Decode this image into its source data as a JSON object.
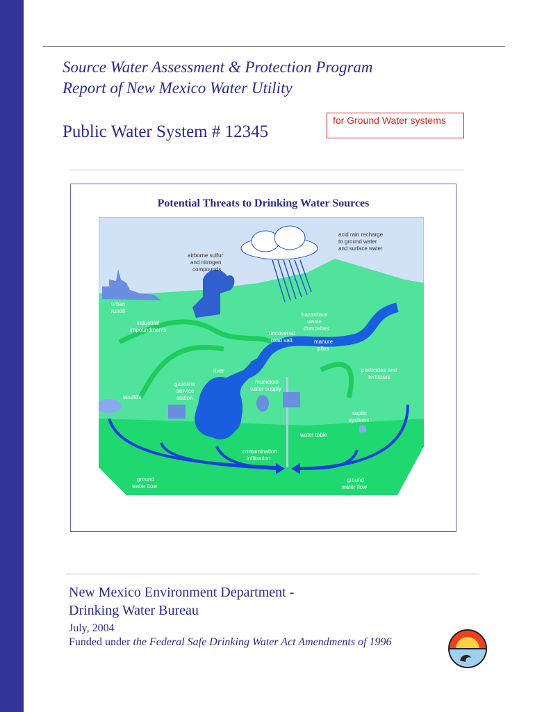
{
  "header": {
    "title_line1": "Source Water Assessment & Protection Program",
    "title_line2": "Report of New Mexico Water Utility",
    "system": "Public Water System # 12345",
    "badge": "for Ground Water systems"
  },
  "figure": {
    "title": "Potential Threats to Drinking Water Sources",
    "labels": {
      "acid_rain": [
        "acid rain recharge",
        "to ground water",
        "and surface water"
      ],
      "airborne": [
        "airborne sulfur",
        "and nitrogen",
        "compounds"
      ],
      "urban": [
        "urban",
        "runoff"
      ],
      "industrial": [
        "industrial",
        "impoundments"
      ],
      "hazardous": [
        "hazardous",
        "waste",
        "dumpsites"
      ],
      "road_salt": [
        "uncovered",
        "road salt"
      ],
      "manure": [
        "manure",
        "piles"
      ],
      "river": "river",
      "pesticides": [
        "pesticides and",
        "fertilizers"
      ],
      "gasoline": [
        "gasoline",
        "service",
        "station"
      ],
      "municipal": [
        "municipal",
        "water supply"
      ],
      "landfills": "landfills",
      "septic": [
        "septic",
        "systems"
      ],
      "water_table": "water table",
      "contamination": [
        "contamination",
        "infiltration"
      ],
      "gw_left": [
        "ground",
        "water flow"
      ],
      "gw_right": [
        "ground",
        "water flow"
      ]
    }
  },
  "footer": {
    "dept_line1": "New Mexico Environment Department -",
    "dept_line2": "Drinking Water Bureau",
    "date": "July, 2004",
    "funded_prefix": "Funded under ",
    "funded_act": "the Federal Safe Drinking Water Act Amendments of 1996"
  },
  "colors": {
    "navy": "#2b2b8c",
    "sidebar": "#333399",
    "badge_red": "#e02020"
  }
}
